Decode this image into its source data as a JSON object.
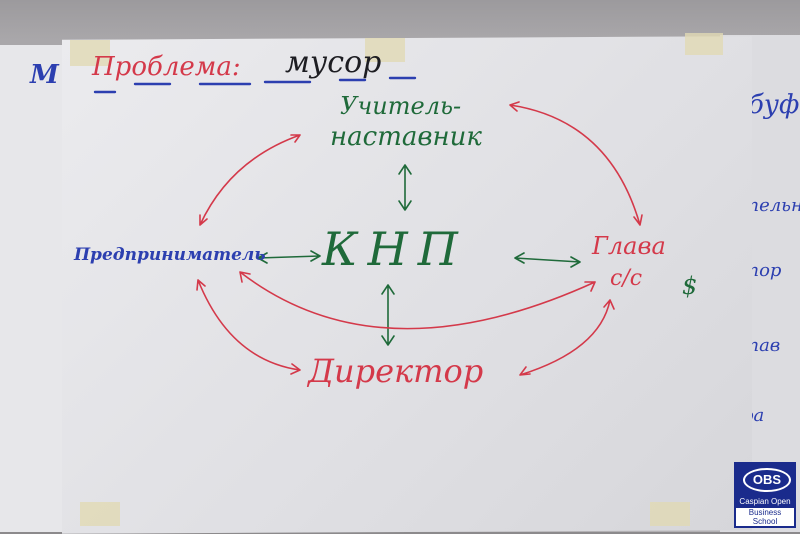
{
  "title": {
    "label": "Проблема:",
    "topic": "мусор"
  },
  "nodes": {
    "teacher": {
      "line1": "Учитель-",
      "line2": "наставник"
    },
    "entrepreneur": "Предприниматель",
    "center": "КНП",
    "head": {
      "line1": "Глава",
      "line2": "с/с",
      "symbol": "$"
    },
    "director": "Директор"
  },
  "side_fragments": {
    "left": "М",
    "right": [
      "буф",
      "тельн",
      "тор",
      "тав",
      "ра"
    ]
  },
  "logo": {
    "mark": "OBS",
    "line1": "Caspian Open",
    "line2": "Business School"
  },
  "colors": {
    "red": "#d4394a",
    "green": "#1f6a3a",
    "blue": "#2c3fb0",
    "black": "#1d1d22"
  }
}
